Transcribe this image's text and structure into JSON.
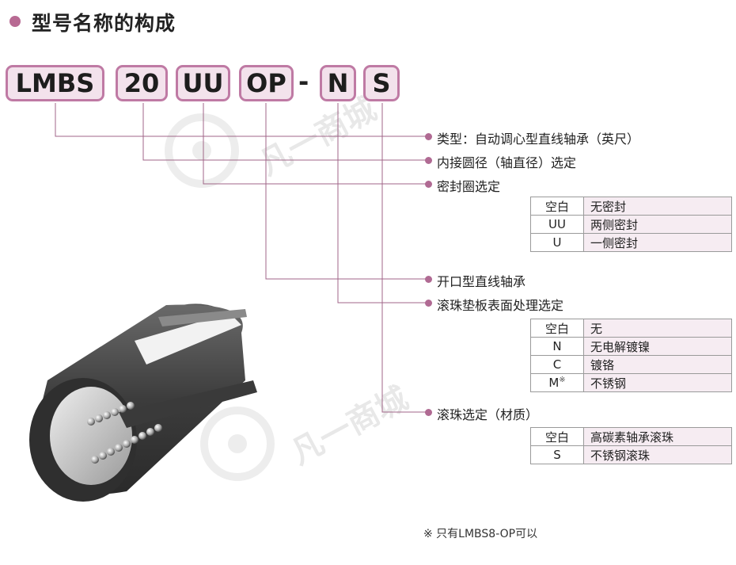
{
  "title": "型号名称的构成",
  "code_parts": [
    "LMBS",
    "20",
    "UU",
    "OP",
    "N",
    "S"
  ],
  "dash": "-",
  "items": [
    {
      "label": "类型：自动调心型直线轴承（英尺）"
    },
    {
      "label": "内接圆径（轴直径）选定"
    },
    {
      "label": "密封圈选定"
    },
    {
      "label": "开口型直线轴承"
    },
    {
      "label": "滚珠垫板表面处理选定"
    },
    {
      "label": "滚珠选定（材质）"
    }
  ],
  "tables": {
    "seal": [
      {
        "key": "空白",
        "value": "无密封"
      },
      {
        "key": "UU",
        "value": "两侧密封"
      },
      {
        "key": "U",
        "value": "一侧密封"
      }
    ],
    "surface": [
      {
        "key": "空白",
        "value": "无"
      },
      {
        "key": "N",
        "value": "无电解镀镍"
      },
      {
        "key": "C",
        "value": "镀铬"
      },
      {
        "key": "M",
        "key_mark": "※",
        "value": "不锈钢"
      }
    ],
    "ball": [
      {
        "key": "空白",
        "value": "高碳素轴承滚珠"
      },
      {
        "key": "S",
        "value": "不锈钢滚珠"
      }
    ]
  },
  "note": "※ 只有LMBS8-OP可以",
  "watermark": "凡一商城",
  "colors": {
    "accent": "#b86a93",
    "box_fill": "#f3e2ec",
    "table_value_bg": "#f6ecf2"
  }
}
